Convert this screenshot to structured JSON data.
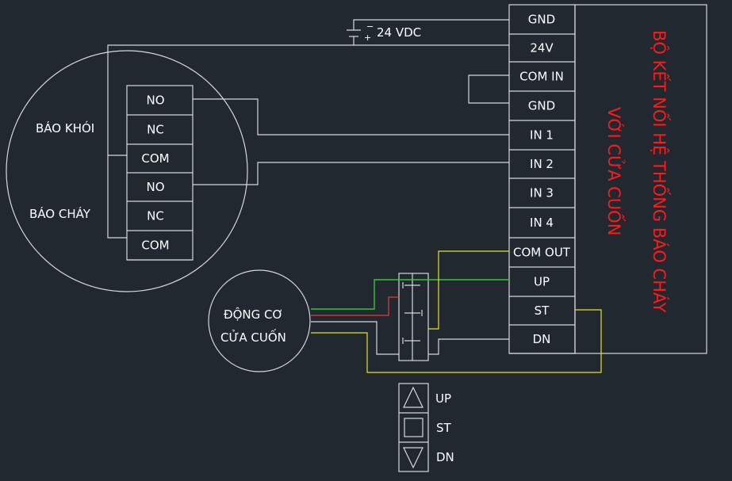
{
  "power": {
    "label": "24 VDC"
  },
  "controller": {
    "title_line1": "BỘ KẾT NỐI HỆ THỐNG BÁO CHÁY",
    "title_line2": "VỚI CỬA CUỐN",
    "terminals": [
      "GND",
      "24V",
      "COM IN",
      "GND",
      "IN 1",
      "IN 2",
      "IN 3",
      "IN 4",
      "COM OUT",
      "UP",
      "ST",
      "DN"
    ]
  },
  "detector": {
    "smoke_label": "BÁO KHÓI",
    "fire_label": "BÁO CHÁY",
    "terminals": [
      "NO",
      "NC",
      "COM",
      "NO",
      "NC",
      "COM"
    ]
  },
  "motor": {
    "line1": "ĐỘNG CƠ",
    "line2": "CỬA CUỐN"
  },
  "switch_panel": {
    "buttons": [
      "UP",
      "ST",
      "DN"
    ]
  },
  "wire_colors": {
    "yellow": "#e5e22c",
    "green": "#34c634",
    "red": "#e23a3a",
    "white": "#d8d8d8"
  },
  "text_color": {
    "title": "#ff1a1a"
  }
}
